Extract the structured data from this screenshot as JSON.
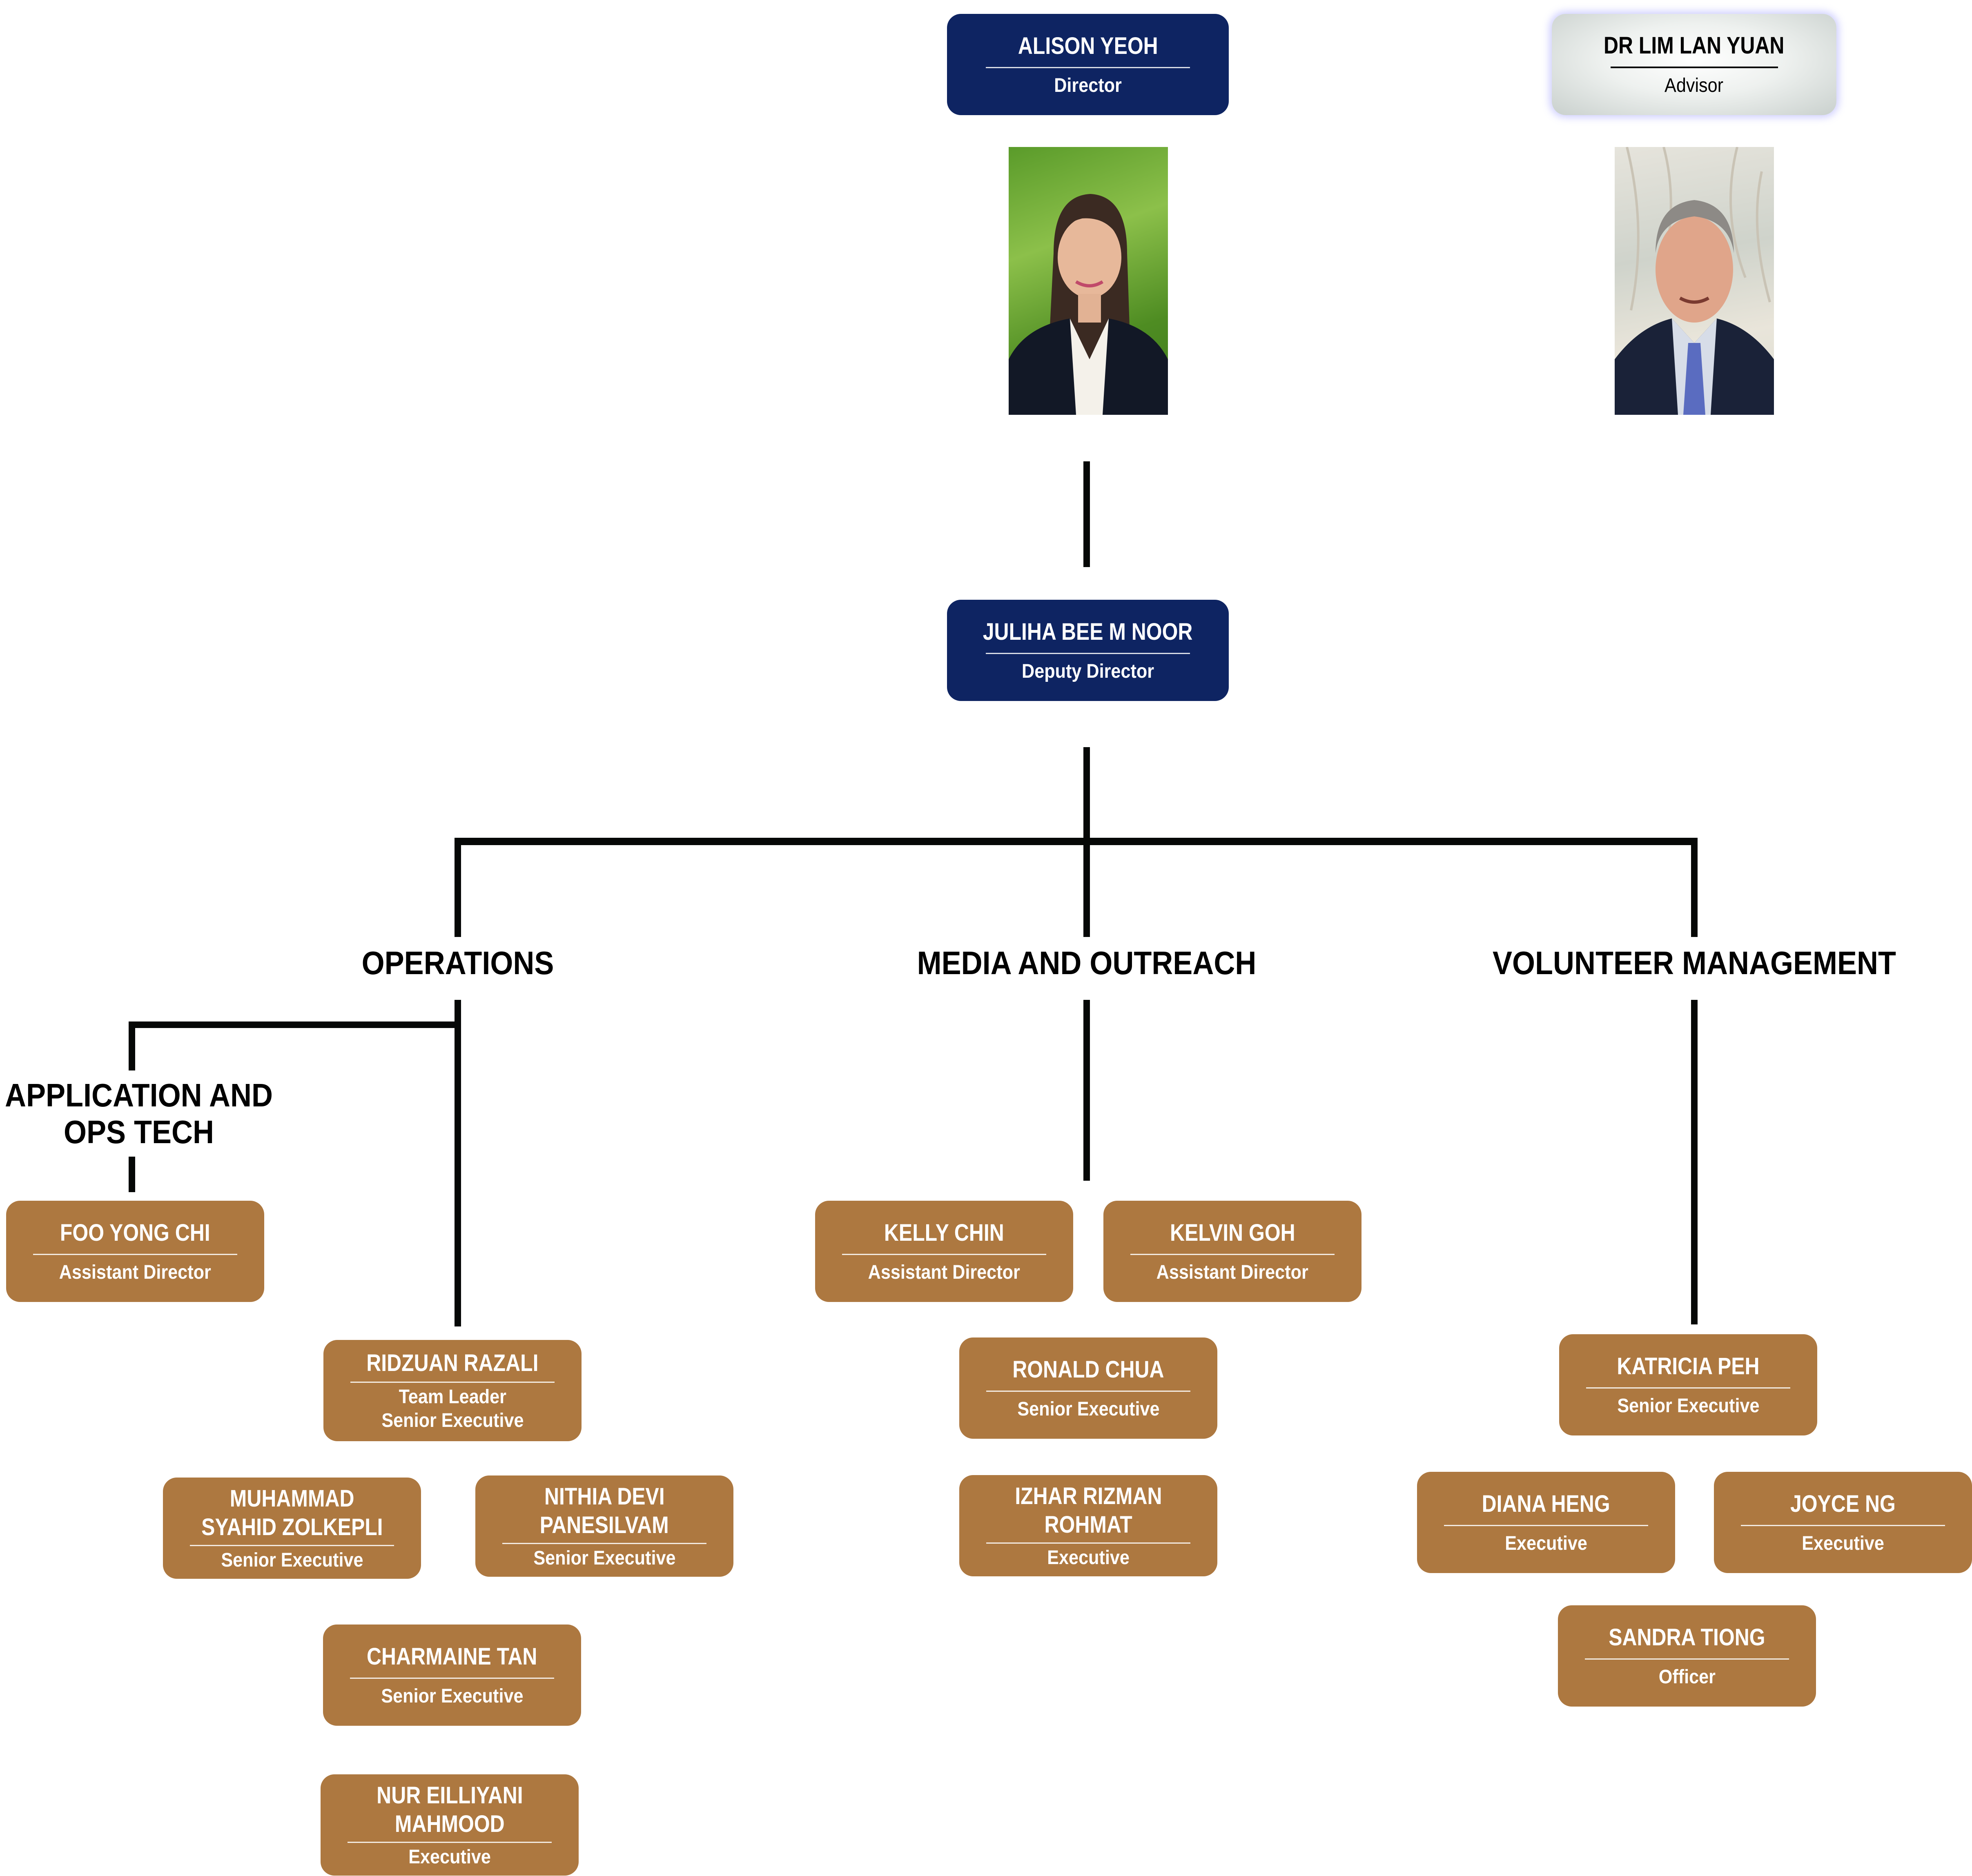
{
  "leadership": {
    "director": {
      "name": "ALISON YEOH",
      "role": "Director"
    },
    "advisor": {
      "name": "DR LIM LAN YUAN",
      "role": "Advisor"
    },
    "deputy": {
      "name": "JULIHA BEE M NOOR",
      "role": "Deputy Director"
    }
  },
  "departments": {
    "operations": {
      "title": "OPERATIONS",
      "subunit": {
        "title_line1": "APPLICATION AND",
        "title_line2": "OPS TECH",
        "head": {
          "name": "FOO YONG CHI",
          "role": "Assistant Director"
        }
      },
      "members": [
        {
          "name": "RIDZUAN RAZALI",
          "role_line1": "Team Leader",
          "role_line2": "Senior Executive"
        },
        {
          "name_line1": "MUHAMMAD",
          "name_line2": "SYAHID ZOLKEPLI",
          "role": "Senior Executive"
        },
        {
          "name_line1": "NITHIA DEVI",
          "name_line2": "PANESILVAM",
          "role": "Senior Executive"
        },
        {
          "name": "CHARMAINE TAN",
          "role": "Senior Executive"
        },
        {
          "name_line1": "NUR EILLIYANI",
          "name_line2": "MAHMOOD",
          "role": "Executive"
        }
      ]
    },
    "media": {
      "title": "MEDIA AND OUTREACH",
      "members": [
        {
          "name": "KELLY CHIN",
          "role": "Assistant Director"
        },
        {
          "name": "KELVIN GOH",
          "role": "Assistant Director"
        },
        {
          "name": "RONALD CHUA",
          "role": "Senior Executive"
        },
        {
          "name_line1": "IZHAR RIZMAN",
          "name_line2": "ROHMAT",
          "role": "Executive"
        }
      ]
    },
    "volunteer": {
      "title": "VOLUNTEER MANAGEMENT",
      "members": [
        {
          "name": "KATRICIA PEH",
          "role": "Senior Executive"
        },
        {
          "name": "DIANA HENG",
          "role": "Executive"
        },
        {
          "name": "JOYCE NG",
          "role": "Executive"
        },
        {
          "name": "SANDRA TIONG",
          "role": "Officer"
        }
      ]
    }
  },
  "colors": {
    "navy": "#0e2462",
    "gold": "#ad7840",
    "line": "#060807"
  }
}
